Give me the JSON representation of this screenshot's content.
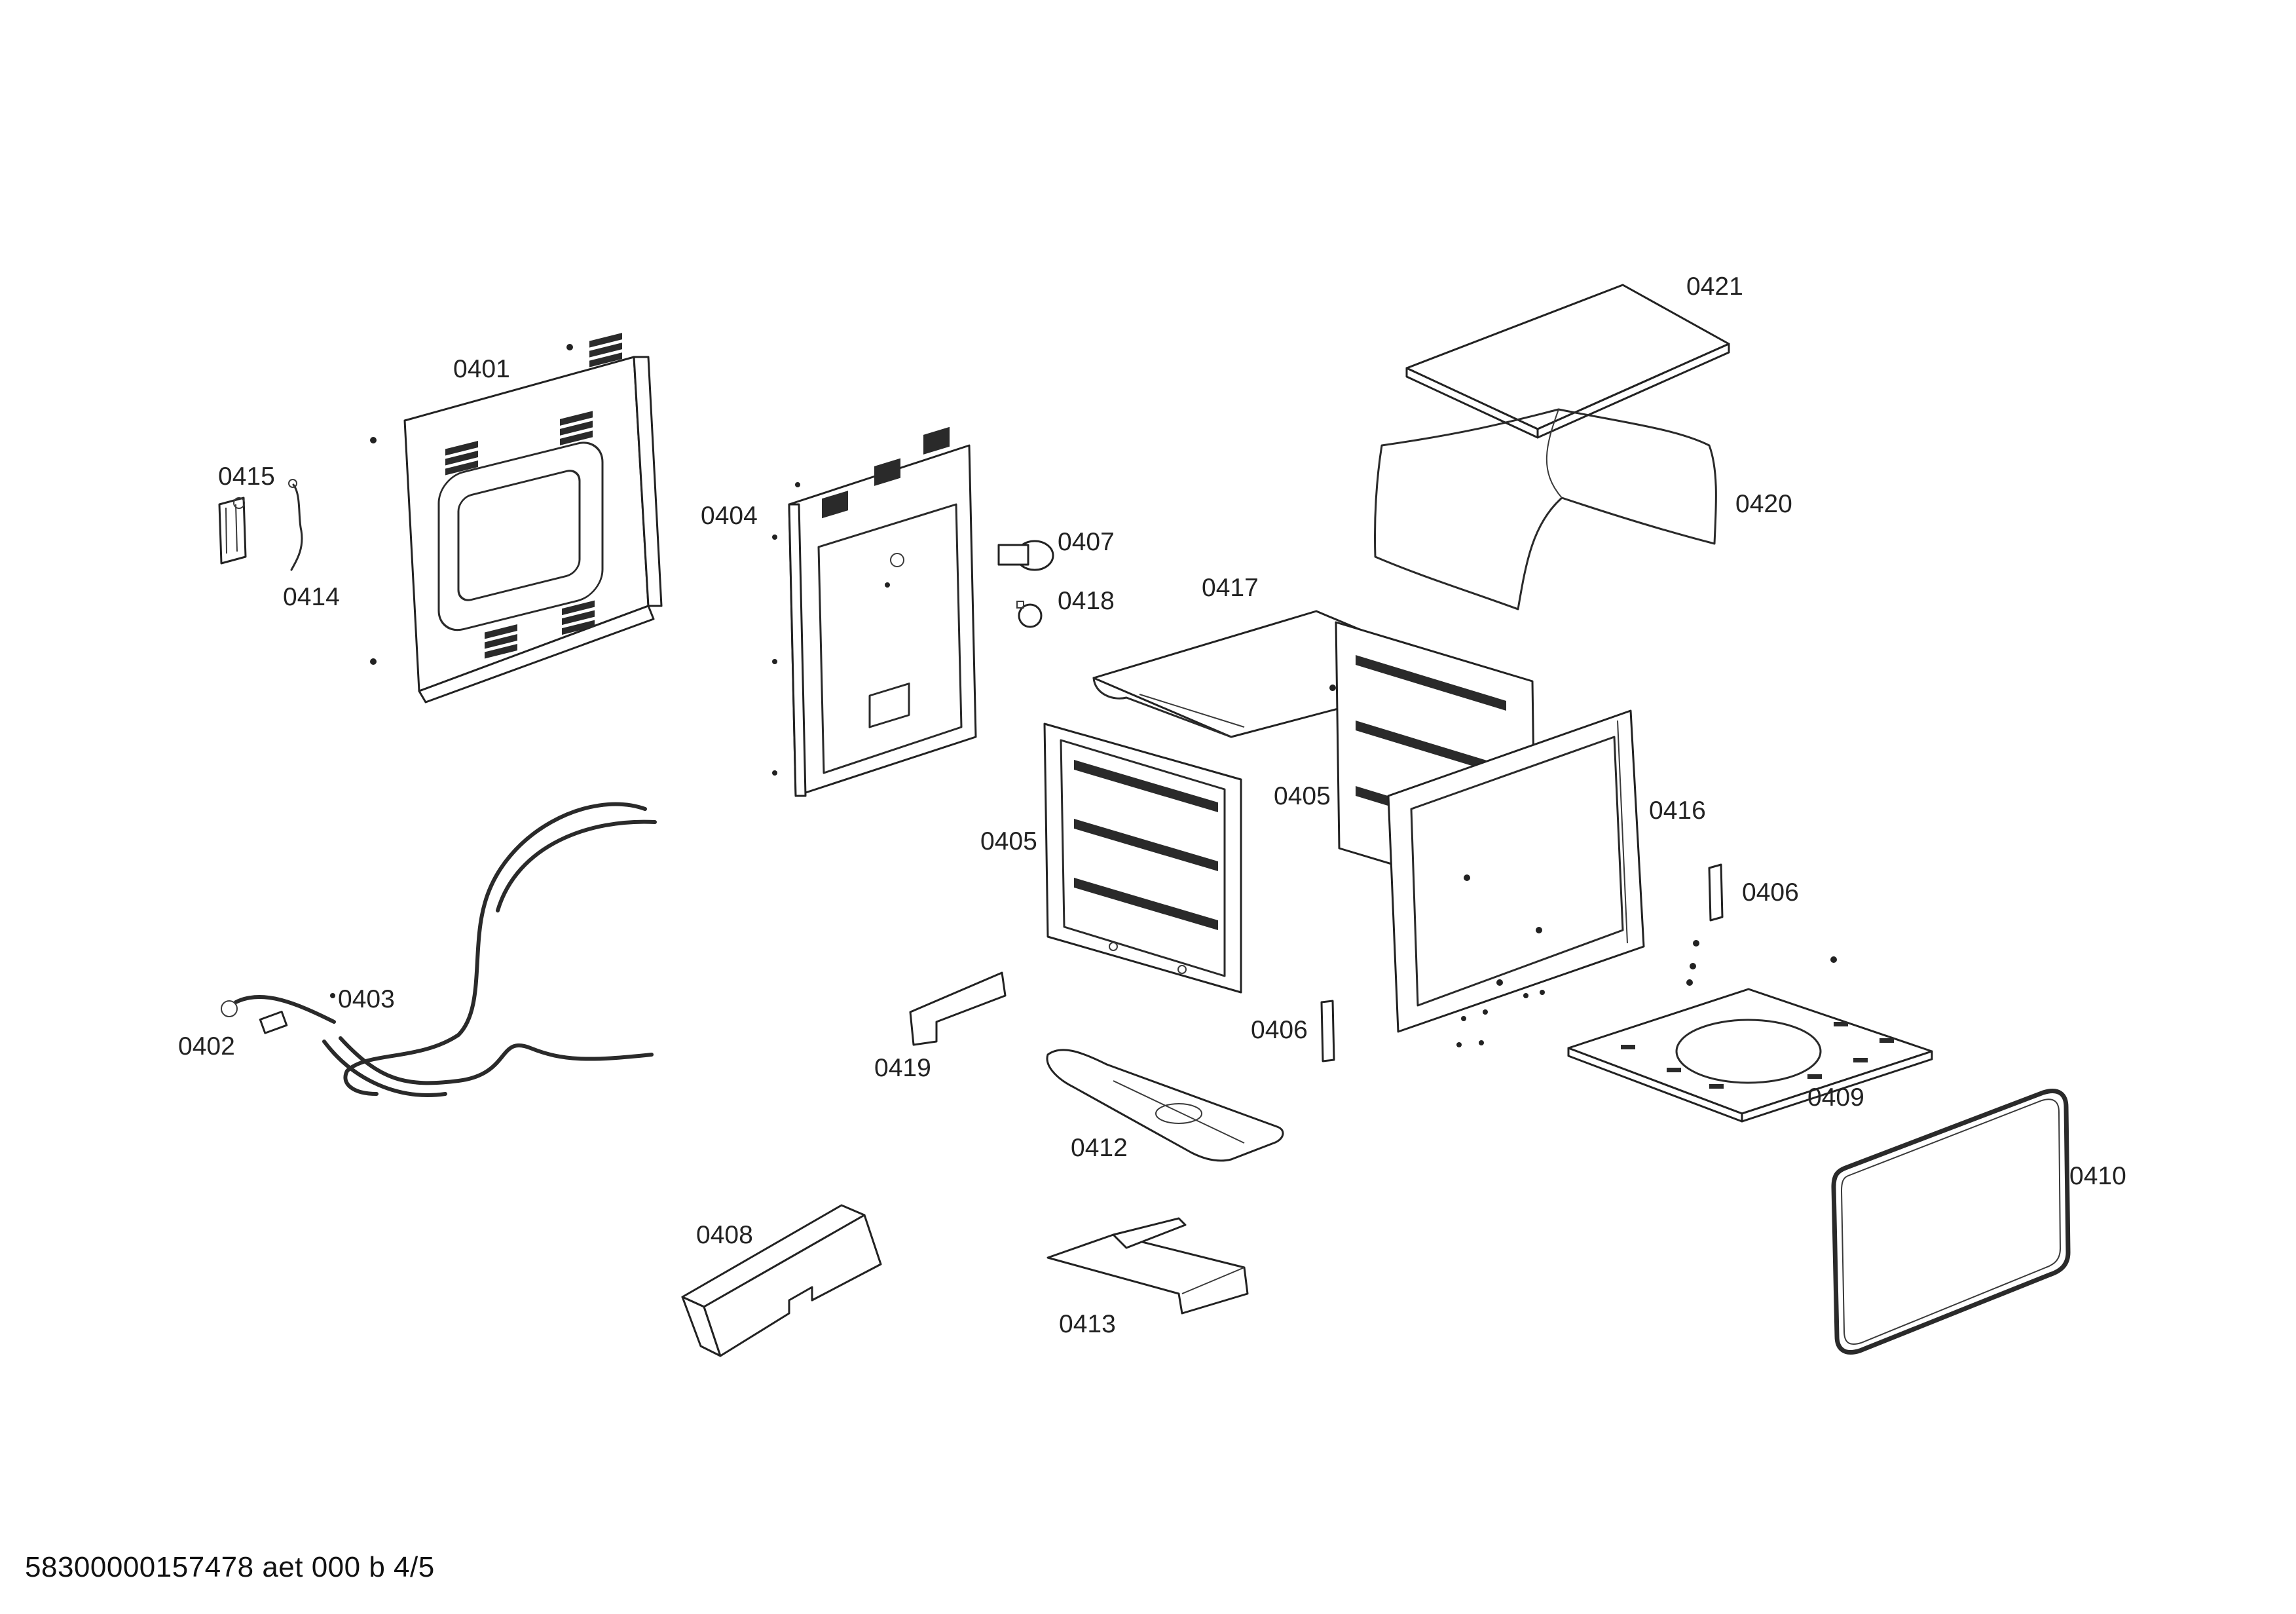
{
  "footer": {
    "document_id": "58300000157478 aet 000 b 4/5"
  },
  "callouts": [
    {
      "id": "0401",
      "label": "0401"
    },
    {
      "id": "0402",
      "label": "0402"
    },
    {
      "id": "0403",
      "label": "0403"
    },
    {
      "id": "0404",
      "label": "0404"
    },
    {
      "id": "0405a",
      "label": "0405"
    },
    {
      "id": "0405b",
      "label": "0405"
    },
    {
      "id": "0406a",
      "label": "0406"
    },
    {
      "id": "0406b",
      "label": "0406"
    },
    {
      "id": "0407",
      "label": "0407"
    },
    {
      "id": "0408",
      "label": "0408"
    },
    {
      "id": "0409",
      "label": "0409"
    },
    {
      "id": "0410",
      "label": "0410"
    },
    {
      "id": "0412",
      "label": "0412"
    },
    {
      "id": "0413",
      "label": "0413"
    },
    {
      "id": "0414",
      "label": "0414"
    },
    {
      "id": "0415",
      "label": "0415"
    },
    {
      "id": "0416",
      "label": "0416"
    },
    {
      "id": "0417",
      "label": "0417"
    },
    {
      "id": "0418",
      "label": "0418"
    },
    {
      "id": "0419",
      "label": "0419"
    },
    {
      "id": "0420",
      "label": "0420"
    },
    {
      "id": "0421",
      "label": "0421"
    }
  ]
}
